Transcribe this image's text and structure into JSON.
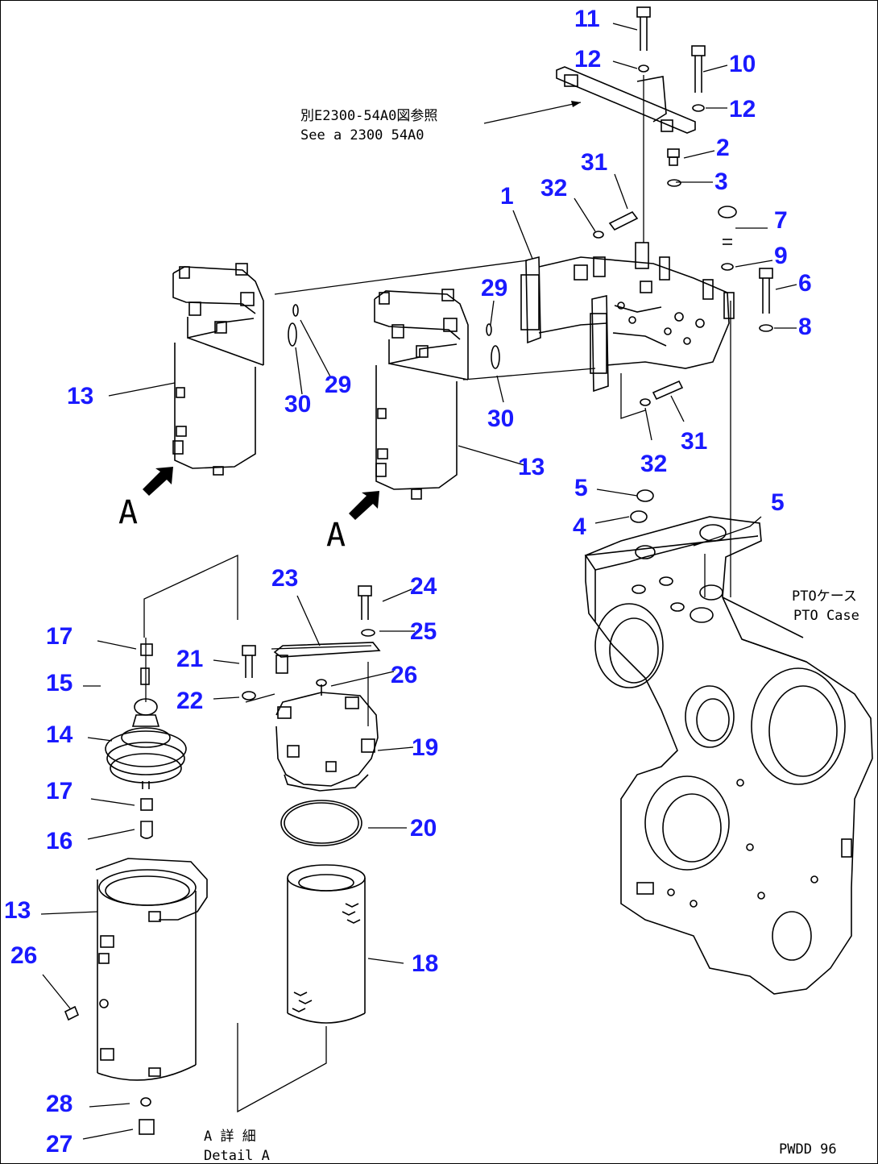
{
  "colors": {
    "callout": "#1a1aff",
    "line": "#000000"
  },
  "annotations": {
    "see_ref_jp": "別E2300-54A0図参照",
    "see_ref_en": "See    a  2300 54A0",
    "pto_case_jp": "PTOケース",
    "pto_case_en": "PTO Case",
    "detail_jp": "A 詳 細",
    "detail_en": "Detail A",
    "view_a_left": "A",
    "view_a_right": "A",
    "page_code": "PWDD 96"
  },
  "callouts": [
    {
      "id": "c-11a",
      "label": "11"
    },
    {
      "id": "c-12a",
      "label": "12"
    },
    {
      "id": "c-10",
      "label": "10"
    },
    {
      "id": "c-12b",
      "label": "12"
    },
    {
      "id": "c-2",
      "label": "2"
    },
    {
      "id": "c-3",
      "label": "3"
    },
    {
      "id": "c-31a",
      "label": "31"
    },
    {
      "id": "c-32a",
      "label": "32"
    },
    {
      "id": "c-1",
      "label": "1"
    },
    {
      "id": "c-7",
      "label": "7"
    },
    {
      "id": "c-9",
      "label": "9"
    },
    {
      "id": "c-6",
      "label": "6"
    },
    {
      "id": "c-8",
      "label": "8"
    },
    {
      "id": "c-29a",
      "label": "29"
    },
    {
      "id": "c-29b",
      "label": "29"
    },
    {
      "id": "c-13a",
      "label": "13"
    },
    {
      "id": "c-30a",
      "label": "30"
    },
    {
      "id": "c-30b",
      "label": "30"
    },
    {
      "id": "c-31b",
      "label": "31"
    },
    {
      "id": "c-32b",
      "label": "32"
    },
    {
      "id": "c-13b",
      "label": "13"
    },
    {
      "id": "c-5a",
      "label": "5"
    },
    {
      "id": "c-5b",
      "label": "5"
    },
    {
      "id": "c-4",
      "label": "4"
    },
    {
      "id": "c-23",
      "label": "23"
    },
    {
      "id": "c-24",
      "label": "24"
    },
    {
      "id": "c-25",
      "label": "25"
    },
    {
      "id": "c-17a",
      "label": "17"
    },
    {
      "id": "c-21",
      "label": "21"
    },
    {
      "id": "c-26a",
      "label": "26"
    },
    {
      "id": "c-15",
      "label": "15"
    },
    {
      "id": "c-22",
      "label": "22"
    },
    {
      "id": "c-14",
      "label": "14"
    },
    {
      "id": "c-19",
      "label": "19"
    },
    {
      "id": "c-17b",
      "label": "17"
    },
    {
      "id": "c-20",
      "label": "20"
    },
    {
      "id": "c-16",
      "label": "16"
    },
    {
      "id": "c-13c",
      "label": "13"
    },
    {
      "id": "c-26b",
      "label": "26"
    },
    {
      "id": "c-18",
      "label": "18"
    },
    {
      "id": "c-28",
      "label": "28"
    },
    {
      "id": "c-27",
      "label": "27"
    }
  ]
}
